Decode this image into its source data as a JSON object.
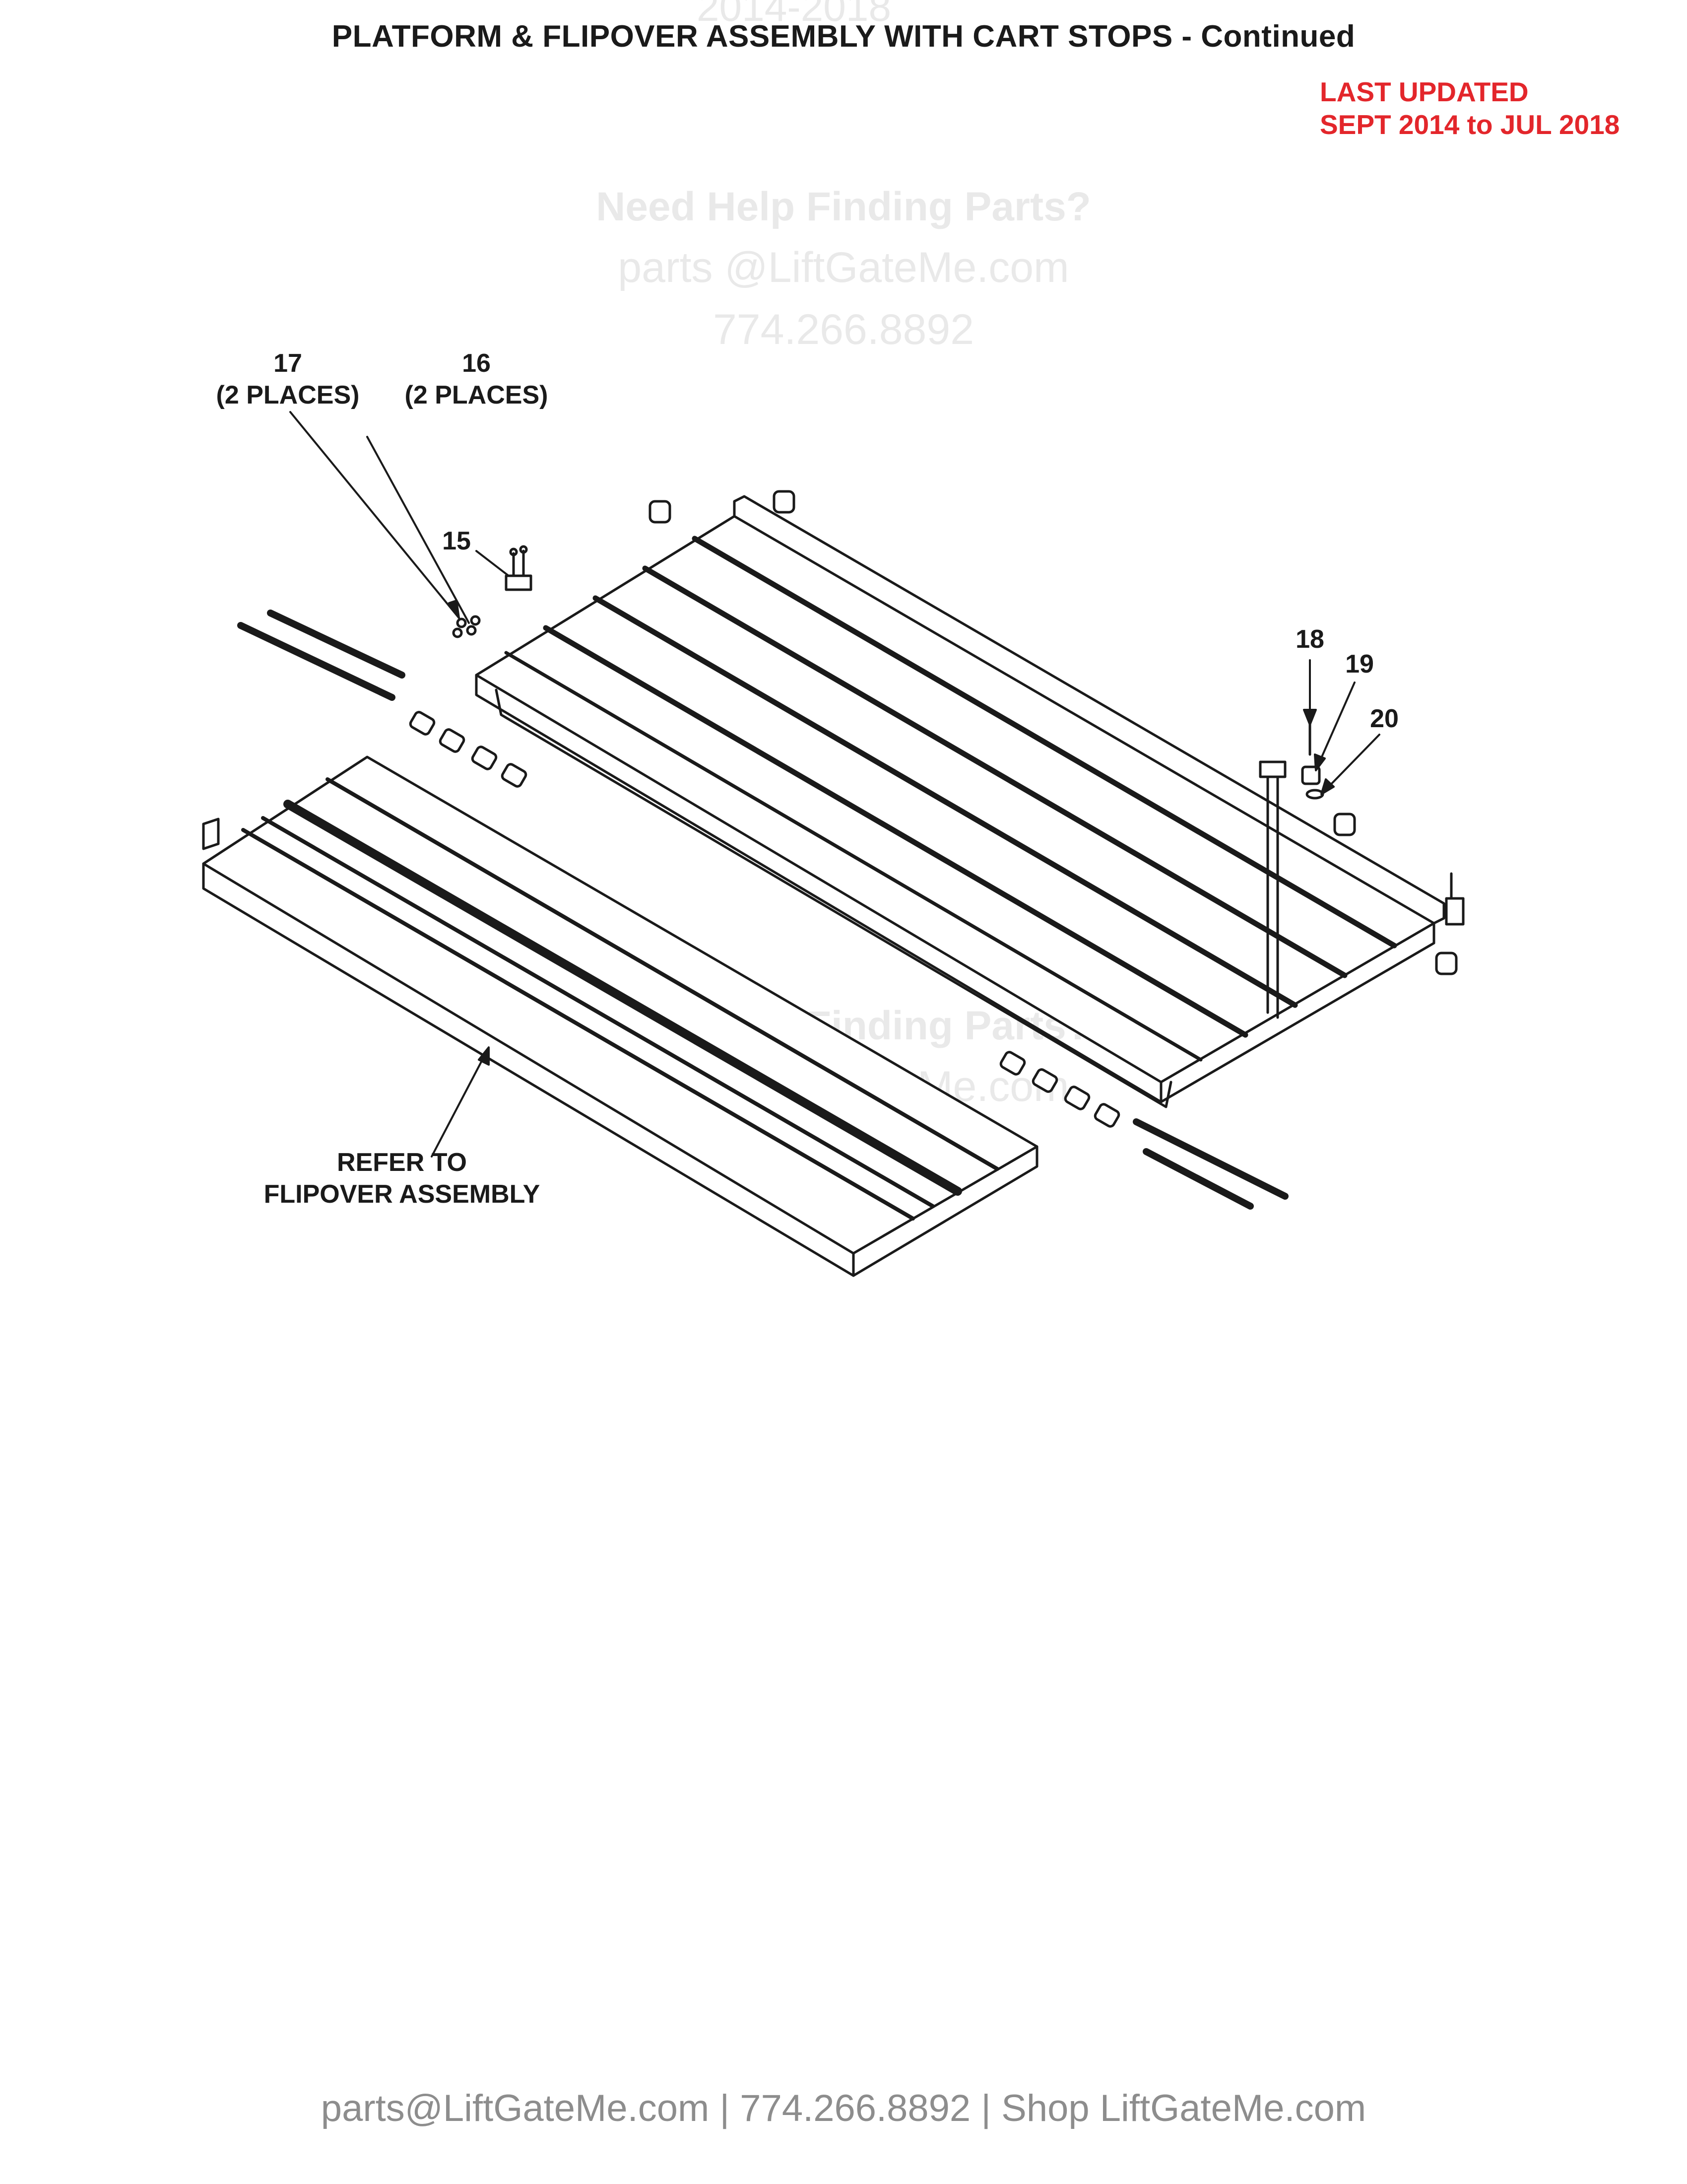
{
  "page": {
    "title": "PLATFORM & FLIPOVER ASSEMBLY WITH CART STOPS - Continued",
    "last_updated": [
      "LAST UPDATED",
      "SEPT 2014 to JUL 2018"
    ],
    "footer": "parts@LiftGateMe.com | 774.266.8892 | Shop LiftGateMe.com"
  },
  "watermark": {
    "top_fragment": "2014-2018",
    "help": "Need Help Finding Parts?",
    "email": "parts @LiftGateMe.com",
    "phone": "774.266.8892"
  },
  "callouts": {
    "c17": {
      "number": "17",
      "note": "(2 PLACES)"
    },
    "c16": {
      "number": "16",
      "note": "(2 PLACES)"
    },
    "c15": {
      "number": "15"
    },
    "c18": {
      "number": "18"
    },
    "c19": {
      "number": "19"
    },
    "c20": {
      "number": "20"
    },
    "refer": [
      "REFER TO",
      "FLIPOVER ASSEMBLY"
    ]
  },
  "colors": {
    "title": "#1a1a1a",
    "updated": "#e3262b",
    "footer": "#8d8d8d",
    "watermark": "#e9e9e9"
  }
}
